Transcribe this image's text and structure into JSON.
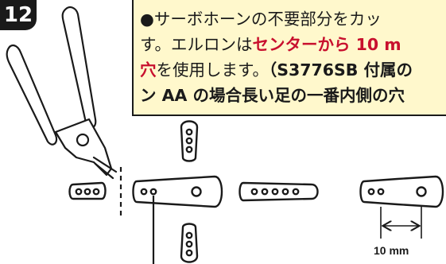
{
  "step": {
    "number": "12"
  },
  "note": {
    "lines": [
      [
        {
          "text": "●サーボホーンの不要部分をカッ",
          "style": "normal"
        }
      ],
      [
        {
          "text": "す。エルロンは",
          "style": "normal"
        },
        {
          "text": "センターから 10 m",
          "style": "hl"
        }
      ],
      [
        {
          "text": "穴",
          "style": "hl"
        },
        {
          "text": "を使用します。",
          "style": "normal"
        },
        {
          "text": "（S3776SB 付属の",
          "style": "bk"
        }
      ],
      [
        {
          "text": "ン AA の場合長い足の一番内側の穴",
          "style": "bk"
        }
      ]
    ]
  },
  "illustration": {
    "dimension_label": "10 mm"
  },
  "colors": {
    "note_background": "#fff8cc",
    "highlight": "#c8102e",
    "ink": "#1a1a1a"
  }
}
